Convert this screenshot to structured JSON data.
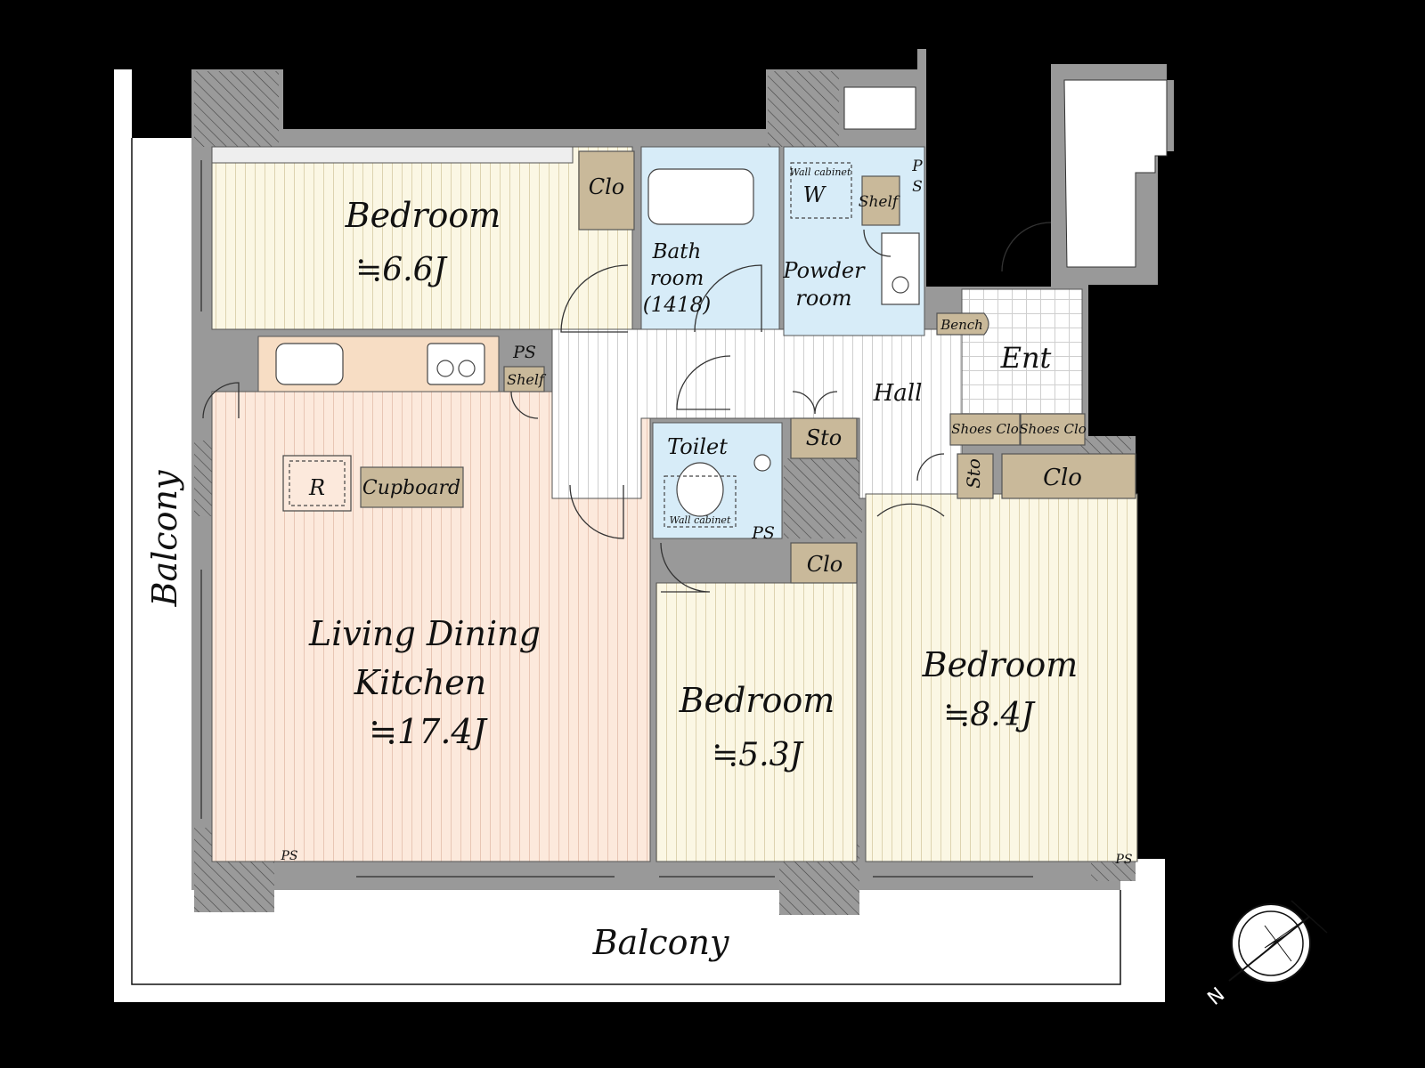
{
  "rooms": {
    "bedroom_nw": {
      "name": "Bedroom",
      "area": "≒6.6J"
    },
    "ldk": {
      "name_line1": "Living Dining",
      "name_line2": "Kitchen",
      "area": "≒17.4J"
    },
    "bedroom_s": {
      "name": "Bedroom",
      "area": "≒5.3J"
    },
    "bedroom_se": {
      "name": "Bedroom",
      "area": "≒8.4J"
    },
    "bathroom": {
      "line1": "Bath",
      "line2": "room",
      "line3": "(1418)"
    },
    "powder_room": {
      "line1": "Powder",
      "line2": "room"
    },
    "toilet": "Toilet",
    "hall": "Hall",
    "entrance": "Ent"
  },
  "fixtures": {
    "clo_nw": "Clo",
    "clo_mid": "Clo",
    "clo_e": "Clo",
    "sto_mid": "Sto",
    "sto_e": "Sto",
    "shelf_kitchen": "Shelf",
    "shelf_powder": "Shelf",
    "cupboard": "Cupboard",
    "refrigerator": "R",
    "washer": "W",
    "wall_cabinet_powder": "Wall cabinet",
    "wall_cabinet_toilet": "Wall cabinet",
    "bench": "Bench",
    "shoes_clo_1": "Shoes Clo",
    "shoes_clo_2": "Shoes Clo",
    "ps_kitchen": "PS",
    "ps_toilet": "PS",
    "ps_ldk": "PS",
    "ps_bedroom": "PS",
    "ps_powder_p": "P",
    "ps_powder_s": "S"
  },
  "outdoor": {
    "balcony_west": "Balcony",
    "balcony_south": "Balcony"
  },
  "compass": {
    "label": "N"
  },
  "colors": {
    "background": "#000000",
    "wall": "#999999",
    "bedroom_floor": "#fbf7e4",
    "ldk_floor": "#fce9dc",
    "wet_floor": "#d7ecf8",
    "hall_floor": "#ffffff",
    "storage": "#c9b99a",
    "kitchen_counter": "#f7ddc4"
  }
}
